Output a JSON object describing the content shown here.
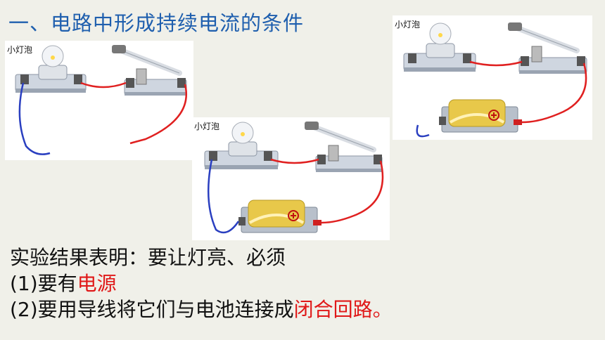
{
  "heading": "一、电路中形成持续电流的条件",
  "diagrams": [
    {
      "bulb_label": "小灯泡"
    },
    {
      "bulb_label": "小灯泡"
    },
    {
      "bulb_label": "小灯泡"
    }
  ],
  "battery_symbol": "⊕",
  "conclusion": {
    "line1": "实验结果表明：要让灯亮、必须",
    "line2_prefix": "(1)要有",
    "line2_highlight": "电源",
    "line3_prefix": "(2)要用导线将它们与电池连接成",
    "line3_highlight": "闭合回路。"
  },
  "colors": {
    "heading": "#1f5fae",
    "highlight": "#e01818",
    "wire_red": "#e02020",
    "wire_blue": "#2a3fc0",
    "battery": "#e8c84a"
  }
}
